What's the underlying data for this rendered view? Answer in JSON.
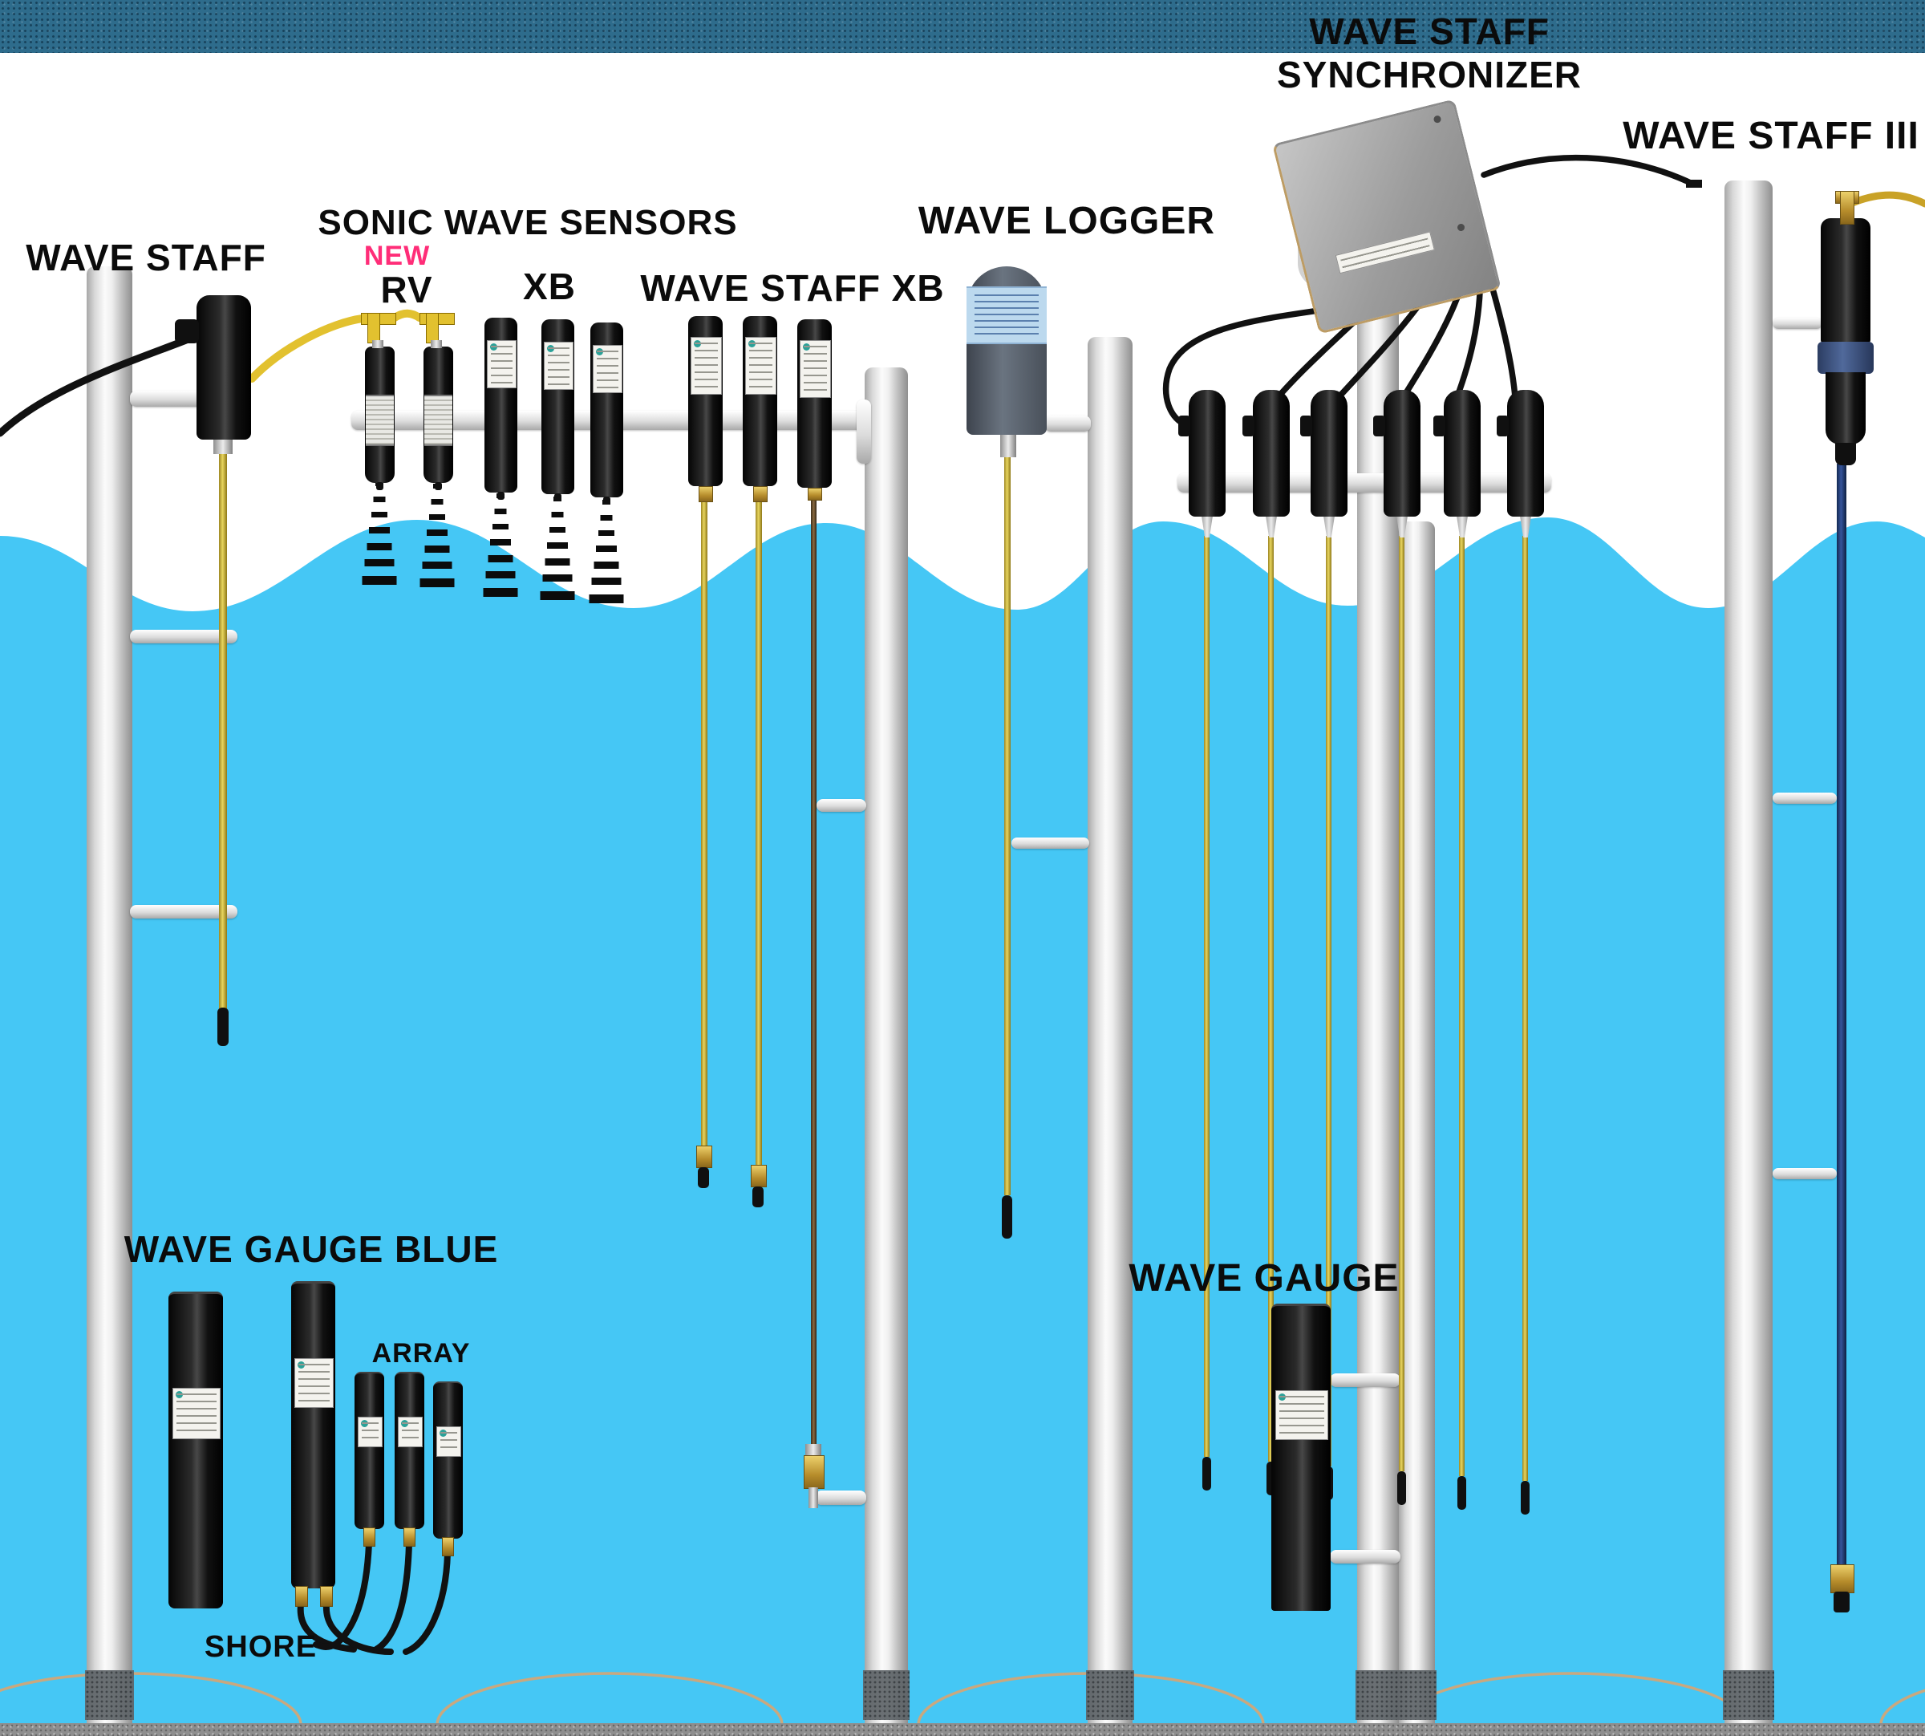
{
  "title": "Ocean wave measurement instruments diagram",
  "labels": {
    "wave_staff": "WAVE STAFF",
    "sonic_wave_sensors": "SONIC WAVE SENSORS",
    "new_badge": "NEW",
    "rv": "RV",
    "xb": "XB",
    "wave_staff_xb": "WAVE STAFF XB",
    "wave_logger": "WAVE LOGGER",
    "synchronizer_line1": "WAVE STAFF",
    "synchronizer_line2": "SYNCHRONIZER",
    "wave_staff_iii": "WAVE STAFF III",
    "wave_gauge_blue": "WAVE GAUGE BLUE",
    "array": "ARRAY",
    "shore": "SHORE",
    "wave_gauge": "WAVE GAUGE"
  },
  "colors": {
    "water": "#45C7F5",
    "seabed": "#2E6C8C",
    "ground_strip": "#8E8E8E",
    "new_badge": "#FF2D78",
    "yellow_cable": "#E2C12F",
    "staff_rod_yellow": "#C9B437",
    "black_cable": "#111111",
    "pole_silver": "#D9D9D9",
    "logger_label_blue": "#BCD9EE",
    "wave_staff_iii_band": "#3D5380",
    "wave_staff_iii_rod": "#1E3A70",
    "gold_connector": "#C9A227",
    "label_logo_teal": "#2AA198"
  }
}
